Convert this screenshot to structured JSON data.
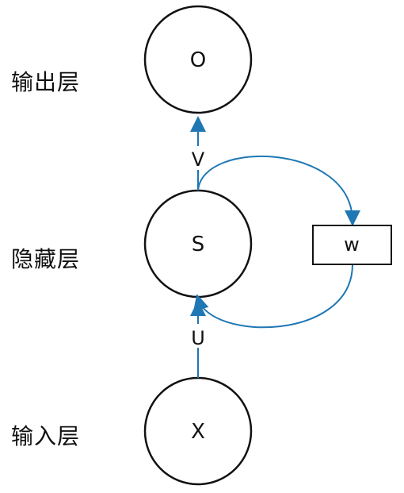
{
  "labels": {
    "output_layer": "输出层",
    "hidden_layer": "隐藏层",
    "input_layer": "输入层"
  },
  "nodes": {
    "output": "O",
    "hidden": "S",
    "input": "X"
  },
  "weights": {
    "v": "V",
    "u": "U",
    "w": "w"
  },
  "colors": {
    "arrow": "#1f77b4",
    "stroke": "#111111",
    "background": "#ffffff"
  }
}
